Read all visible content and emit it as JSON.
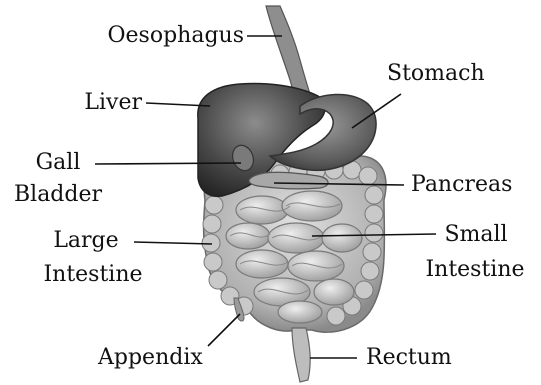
{
  "diagram": {
    "labels": {
      "oesophagus": "Oesophagus",
      "stomach": "Stomach",
      "liver": "Liver",
      "gall_bladder_line1": "Gall",
      "gall_bladder_line2": "Bladder",
      "pancreas": "Pancreas",
      "large_intestine_line1": "Large",
      "large_intestine_line2": "Intestine",
      "small_intestine_line1": "Small",
      "small_intestine_line2": "Intestine",
      "appendix": "Appendix",
      "rectum": "Rectum"
    },
    "colors": {
      "line": "#111111",
      "organ_dark": "#3a3a3a",
      "organ_mid": "#8a8a8a",
      "organ_light": "#c9c9c9",
      "organ_outline": "#555555"
    }
  }
}
